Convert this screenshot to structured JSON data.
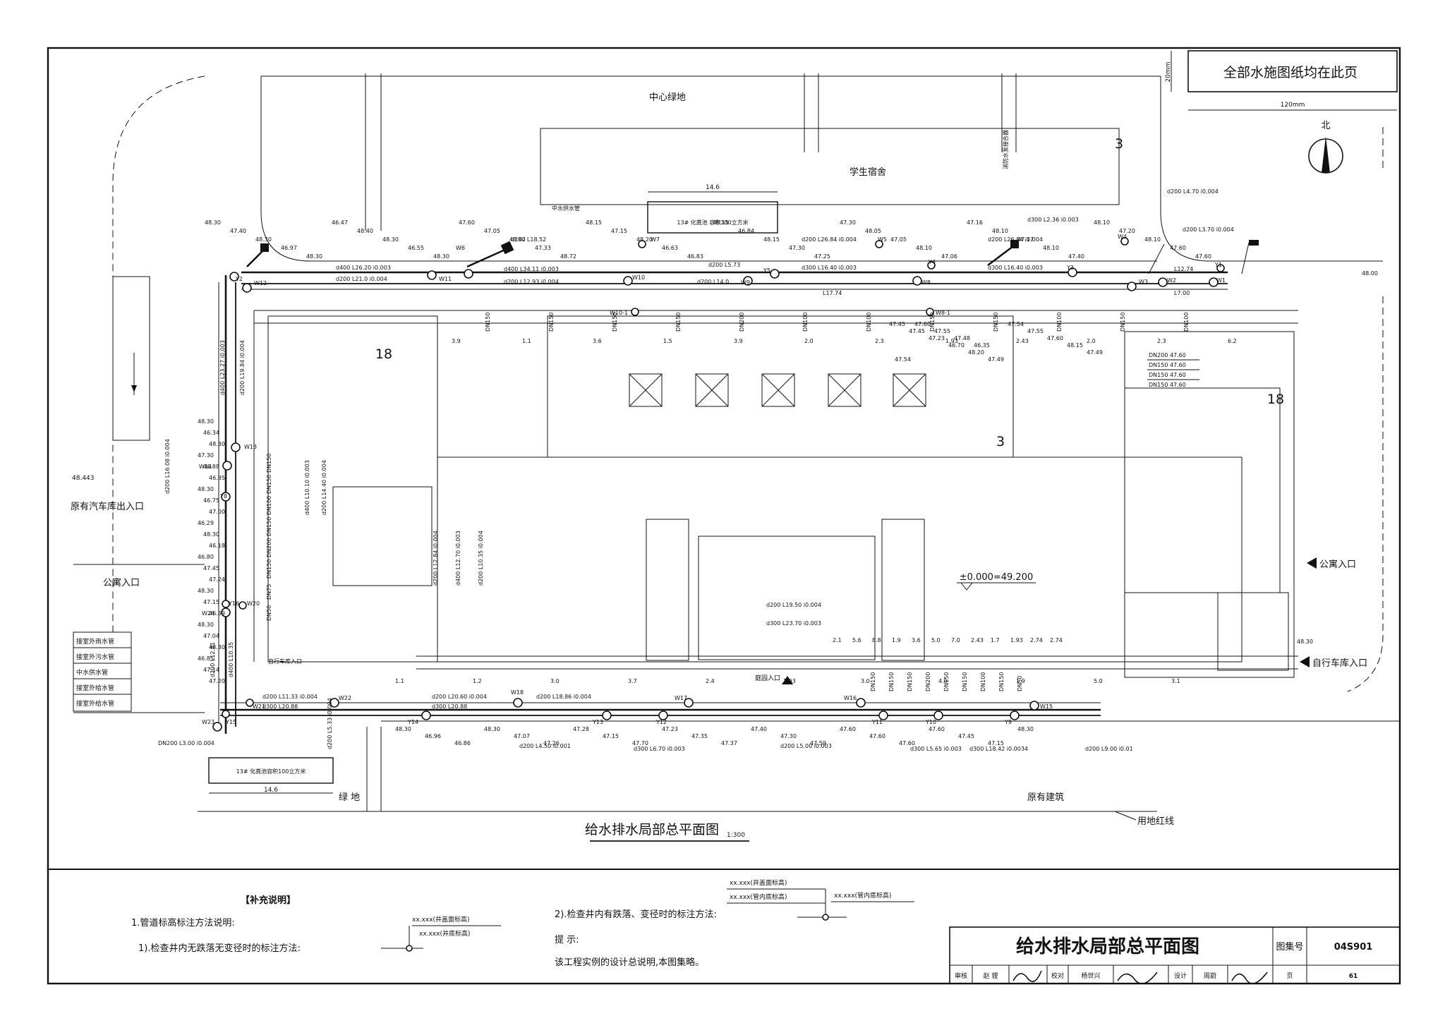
{
  "header": {
    "note": "全部水施图纸均在此页",
    "dim_h": "20mm",
    "dim_w": "120mm",
    "north": "北"
  },
  "site": {
    "green_center": "中心绿地",
    "dorm": "学生宿舍",
    "dorm_floors": "3",
    "main_floors": "3",
    "left_floors": "18",
    "right_floors": "18",
    "elevation_zero": "±0.000=49.200",
    "garage_old": "原有汽车库出入口",
    "apt_entry_left": "公寓入口",
    "apt_entry_right": "公寓入口",
    "bike_entry": "自行车库入口",
    "bike_entry_small": "自行车库入口",
    "yard_entry": "庭园入口",
    "green_bottom": "绿 地",
    "old_building": "原有建筑",
    "red_line": "用地红线",
    "road_elev": "48.443",
    "right_elev": "48.00",
    "right_elev2": "48.30"
  },
  "legend_pipes": [
    "接室外雨水管",
    "接室外污水管",
    "中水供水管",
    "接室外给水管",
    "接室外给水管"
  ],
  "top_pipe_labels": [
    "中水供水管",
    "消防水泵接合器"
  ],
  "pools": {
    "top": "13# 化粪池  容积100立方米",
    "bottom": "13# 化粪池容积100立方米",
    "top_len": "14.6",
    "bottom_len": "14.6"
  },
  "wells": {
    "top": [
      "W12",
      "W11",
      "W6",
      "W7",
      "W10",
      "W9",
      "Y5",
      "W5",
      "W8",
      "Y4",
      "W4",
      "Y3",
      "W3",
      "W2",
      "W1",
      "Y1",
      "W10-1",
      "W8-1"
    ],
    "left": [
      "Y2",
      "W13",
      "W14",
      "Y8",
      "W24",
      "Y16",
      "W20"
    ],
    "bottom": [
      "W23",
      "Y15",
      "W21",
      "W22",
      "W18",
      "Y14",
      "Y13",
      "Y12",
      "W17",
      "W16",
      "Y11",
      "Y10",
      "Y9",
      "W15"
    ]
  },
  "top_pipe_specs": [
    "d400 L26.20 i0.003",
    "d200 L21.0 i0.004",
    "d400 L34.11 i0.003",
    "d200 L12.93 i0.004",
    "d200 L5.73",
    "d200 L14.0",
    "d200 L26.84 i0.004",
    "d300 L16.40 i0.003",
    "d200 L26.84 i0.004",
    "d300 L16.40 i0.003",
    "d300 L2.36 i0.003",
    "d200 L3.70 i0.004",
    "d200 L4.70 i0.004",
    "d200 L18.52",
    "L12.74",
    "L7.00",
    "L17.74"
  ],
  "left_pipe_specs": [
    "d400 L23.27 i0.003",
    "d200 L19.84 i0.004",
    "d200 L16.08 i0.004",
    "d400 L10.10 i0.003",
    "d200 L14.40 i0.004",
    "d200 L12.84 i0.004",
    "d400 L12.70 i0.003",
    "d200 L10.35 i0.004",
    "d400 L10.35",
    "d200 L12.81"
  ],
  "bottom_pipe_specs": [
    "d200 L11.33 i0.004",
    "d300 L20.88",
    "d200 L20.60 i0.004",
    "d300 L20.88",
    "d200 L18.86 i0.004",
    "d200 L19.50 i0.004",
    "d300 L23.70 i0.003",
    "d200 L4.50 i0.001",
    "d300 L6.70 i0.003",
    "d200 L5.00 i0.003",
    "d300 L5.65 i0.003",
    "d300 L18.42 i0.0034",
    "d200 L9.00 i0.01",
    "DN200 L3.00 i0.004",
    "d200 L5.33 i0.004"
  ],
  "elevations": [
    "48.30",
    "47.40",
    "48.30",
    "46.97",
    "48.30",
    "46.47",
    "48.40",
    "48.30",
    "46.55",
    "48.30",
    "47.60",
    "47.05",
    "48.82",
    "47.33",
    "48.72",
    "48.15",
    "47.15",
    "48.20",
    "46.63",
    "46.83",
    "48.15",
    "46.84",
    "48.15",
    "47.30",
    "47.25",
    "47.30",
    "48.05",
    "47.05",
    "48.10",
    "47.06",
    "47.16",
    "48.10",
    "47.17",
    "48.10",
    "47.40",
    "48.10",
    "47.20",
    "48.10",
    "47.60",
    "47.60",
    "47.45",
    "47.45",
    "47.23",
    "46.70",
    "48.20",
    "47.49",
    "47.54",
    "47.55",
    "47.60",
    "48.15",
    "47.49",
    "47.54",
    "47.60",
    "47.55",
    "47.48",
    "46.35",
    "48.30",
    "46.34",
    "48.30",
    "47.30",
    "46.88",
    "46.85",
    "48.30",
    "46.75",
    "47.00",
    "46.29",
    "48.30",
    "46.18",
    "46.80",
    "47.45",
    "47.24",
    "48.30",
    "47.15",
    "46.59",
    "48.30",
    "47.04",
    "48.30",
    "46.85",
    "47.14",
    "47.20",
    "48.30",
    "46.96",
    "46.86",
    "48.30",
    "47.07",
    "47.26",
    "47.28",
    "47.15",
    "47.70",
    "47.23",
    "47.35",
    "47.37",
    "47.40",
    "47.30",
    "47.59",
    "47.60",
    "47.60",
    "47.60",
    "47.60",
    "47.45",
    "47.15",
    "48.30"
  ],
  "right_valves": [
    "DN200 47.60",
    "DN150 47.60",
    "DN150 47.60",
    "DN150 47.60"
  ],
  "small_dims": [
    "3.9",
    "1.1",
    "3.6",
    "1.5",
    "3.9",
    "2.0",
    "2.3",
    "1.93",
    "2.43",
    "2.0",
    "2.3",
    "6.2",
    "2.1",
    "5.6",
    "8.8",
    "1.9",
    "3.6",
    "5.0",
    "7.0",
    "2.43",
    "1.7",
    "1.93",
    "2.74",
    "2.74",
    "1.1",
    "1.2",
    "3.0",
    "3.7",
    "2.4",
    "1.93",
    "3.0",
    "4.9",
    "1.9",
    "5.0",
    "3.1"
  ],
  "dn_labels": [
    "DN150",
    "DN150",
    "DN150",
    "DN150",
    "DN200",
    "DN100",
    "DN100",
    "DN150",
    "DN150",
    "DN100",
    "DN150",
    "DN100",
    "DN150",
    "DN150",
    "DN100",
    "DN150",
    "DN200",
    "DN150",
    "DN75",
    "DN50",
    "DN150",
    "DN150",
    "DN150",
    "DN200",
    "DN150",
    "DN150",
    "DN100",
    "DN150",
    "DN50"
  ],
  "diagram_title": "给水排水局部总平面图",
  "diagram_scale": "1:300",
  "notes": {
    "heading": "【补充说明】",
    "item1": "1.管道标高标注方法说明:",
    "item1a": "1).检查井内无跌落无变径时的标注方法:",
    "item1a_top": "xx.xxx(井盖面标高)",
    "item1a_bot": "xx.xxx(井底标高)",
    "item2": "2).检查井内有跌落、变径时的标注方法:",
    "item2_top": "xx.xxx(井盖面标高)",
    "item2_mid": "xx.xxx(管内底标高)",
    "item2_right": "xx.xxx(管内底标高)",
    "hint": "提  示:",
    "hint_text": "该工程实例的设计总说明,本图集略。"
  },
  "titleblock": {
    "title": "给水排水局部总平面图",
    "atlas_label": "图集号",
    "atlas_value": "04S901",
    "review_label": "审核",
    "review_name": "赵 锂",
    "check_label": "校对",
    "check_name": "杨世兴",
    "design_label": "设计",
    "design_name": "周蔚",
    "page_label": "页",
    "page_value": "61"
  }
}
